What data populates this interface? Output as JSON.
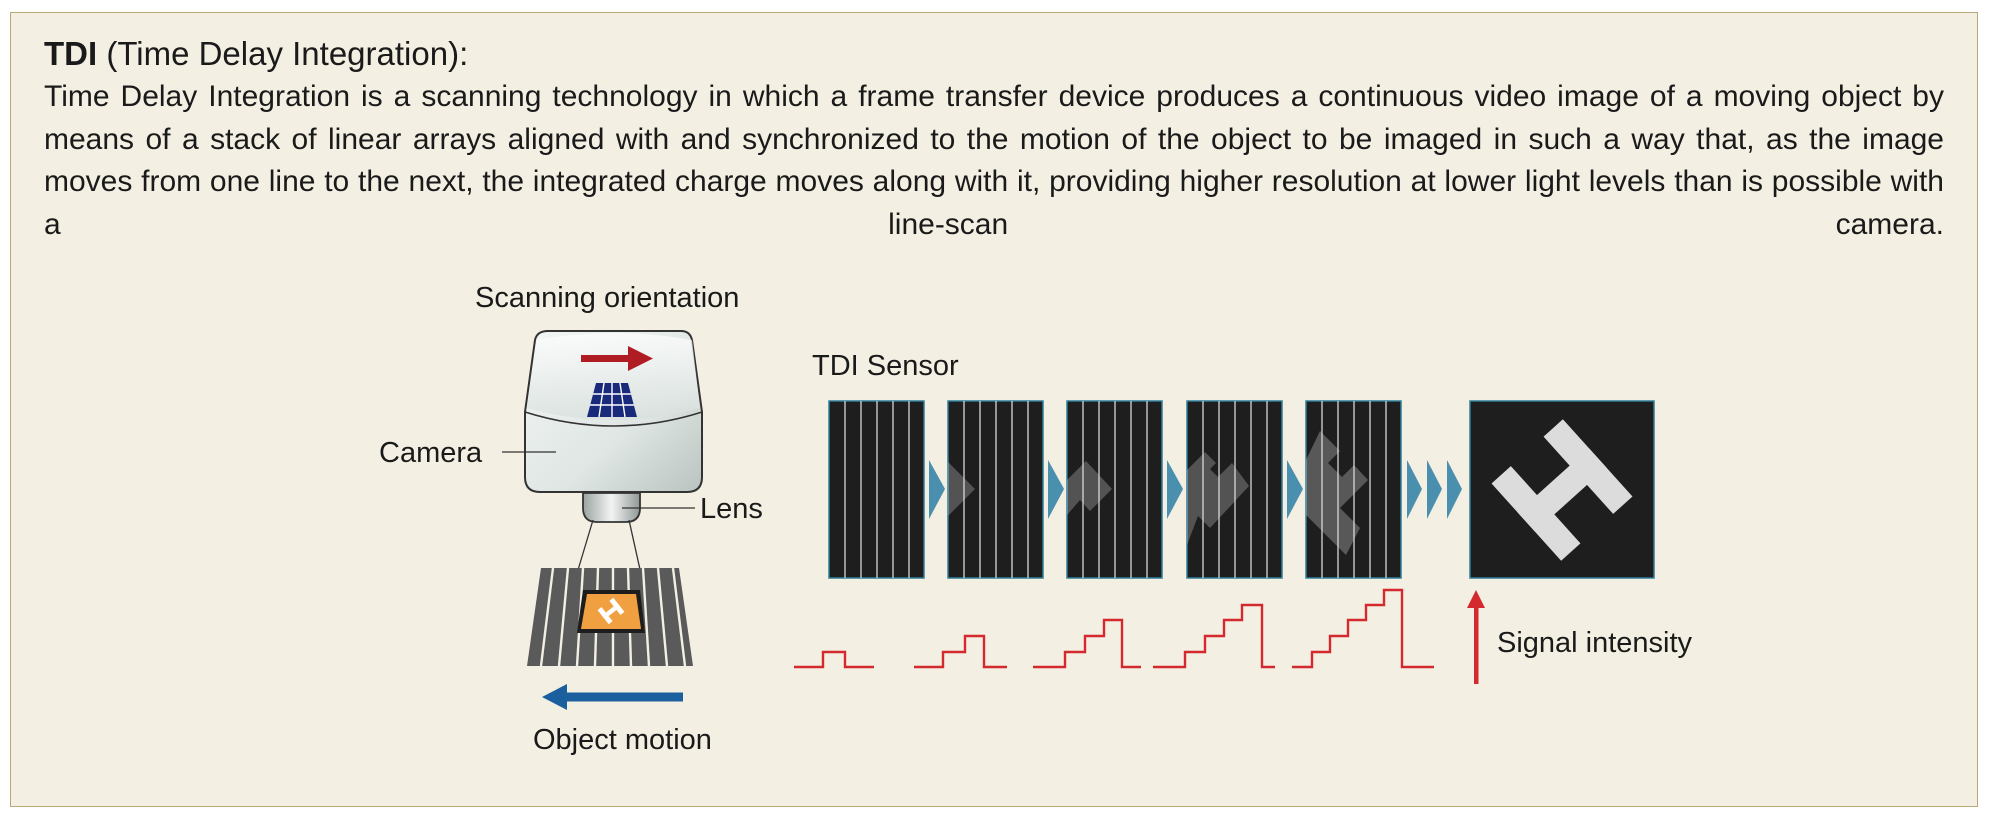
{
  "heading": {
    "term": "TDI",
    "expansion": " (Time Delay Integration):"
  },
  "description": "Time Delay Integration is a scanning technology in which a frame transfer device produces a continuous video image of a moving object by means of a stack of linear arrays aligned with and synchronized to the motion of the object to be imaged in such a way that, as the image moves from one line to the next, the integrated charge moves along with it, providing higher resolution at lower light levels than is possible with a line-scan camera.",
  "labels": {
    "scanning_orientation": "Scanning orientation",
    "camera": "Camera",
    "lens": "Lens",
    "object_motion": "Object motion",
    "tdi_sensor": "TDI Sensor",
    "signal_intensity": "Signal intensity"
  },
  "colors": {
    "panel_background": "#f3efe2",
    "panel_border": "#b8a97a",
    "scan_arrow": "#b01c24",
    "motion_arrow": "#1c5f9e",
    "signal_line": "#d42a2f",
    "stage_arrow": "#4a8fae",
    "object_tag": "#f0a040",
    "sensor_grid": "#1a2a7a"
  },
  "diagram": {
    "sensor_stages": 5,
    "signal_steps_per_stage": [
      1,
      2,
      3,
      4,
      5
    ]
  }
}
